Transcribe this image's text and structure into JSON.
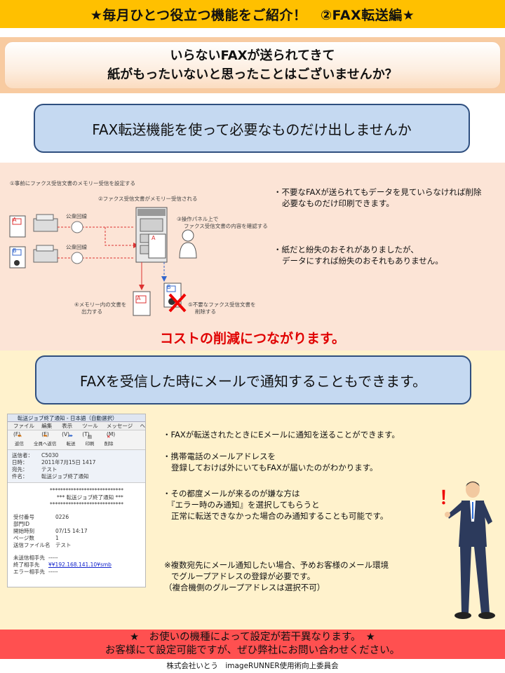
{
  "banner": {
    "title": "★毎月ひとつ役立つ機能をご紹介！　②FAX転送編★"
  },
  "question": {
    "line1": "いらないFAXが送られてきて",
    "line2": "紙がもったいないと思ったことはございませんか？"
  },
  "pill1": {
    "text": "FAX転送機能を使って必要なものだけ出しませんか"
  },
  "diagram": {
    "step1": "①事前にファクス受信文書のメモリー受信を設定する",
    "step2": "②ファクス受信文書がメモリー受信される",
    "step3a": "③操作パネル上で",
    "step3b": "ファクス受信文書の内容を確認する",
    "line_label1": "公衆回線",
    "line_label2": "公衆回線",
    "step4a": "④メモリー内の文書を",
    "step4b": "出力する",
    "step5a": "⑤不要なファクス受信文書を",
    "step5b": "削除する",
    "doc_a": "A",
    "doc_b": "B"
  },
  "notes1": [
    {
      "l1": "・不要なFAXが送られてもデータを見ていらなければ削除",
      "l2": "必要なものだけ印刷できます。"
    },
    {
      "l1": "・紙だと紛失のおそれがありましたが、",
      "l2": "データにすれば紛失のおそれもありません。"
    }
  ],
  "cost": {
    "text": "コストの削減につながります。"
  },
  "pill2": {
    "text": "FAXを受信した時にメールで通知することもできます。"
  },
  "mail": {
    "title": "転送ジョブ終了通知 - 日本語（自動選択）",
    "menu": [
      "ファイル(F)",
      "編集(E)",
      "表示(V)",
      "ツール(T)",
      "メッセージ(M)",
      "ヘ"
    ],
    "tools": [
      "返信",
      "全員へ返信",
      "転送",
      "印刷",
      "削除"
    ],
    "headers": [
      {
        "k": "送信者：",
        "v": "C5030"
      },
      {
        "k": "日時：",
        "v": "2011年7月15日 1417"
      },
      {
        "k": "宛先：",
        "v": "テスト"
      },
      {
        "k": "件名：",
        "v": "転送ジョブ終了通知"
      }
    ],
    "stars1": "****************************",
    "stars_title": "*** 転送ジョブ終了通知 ***",
    "stars2": "****************************",
    "fields": [
      {
        "k": "受付番号",
        "v": "0226"
      },
      {
        "k": "部門ID",
        "v": ""
      },
      {
        "k": "開始時刻",
        "v": "07/15 14:17"
      },
      {
        "k": "ページ数",
        "v": "1"
      },
      {
        "k": "送信ファイル名",
        "v": "テスト"
      }
    ],
    "fields2": [
      {
        "k": "未送信相手先",
        "v": "-----"
      },
      {
        "k": "終了相手先",
        "v": "¥¥192.168.141.10¥smb"
      },
      {
        "k": "エラー相手先",
        "v": "-----"
      }
    ]
  },
  "notes2": [
    {
      "l1": "・FAXが転送されたときにEメールに通知を送ることができます。"
    },
    {
      "l1": "・携帯電話のメールアドレスを",
      "l2": "登録しておけば外にいてもFAXが届いたのがわかります。"
    },
    {
      "l1": "・その都度メールが来るのが嫌な方は",
      "l2": "『エラー時のみ通知』を選択してもらうと",
      "l3": "正常に転送できなかった場合のみ通知することも可能です。"
    }
  ],
  "warning": {
    "l1": "※複数宛先にメール通知したい場合、予めお客様のメール環境",
    "l2": "でグループアドレスの登録が必要です。",
    "l3": "（複合機側のグループアドレスは選択不可）"
  },
  "exclaim": "！",
  "footer": {
    "line1": "★　お使いの機種によって設定が若干異なります。　★",
    "line2": "お客様にて設定可能ですが、ぜひ弊社にお問い合わせください。"
  },
  "company": "株式会社いとう　imageRUNNER使用術向上委員会",
  "colors": {
    "banner": "#ffc000",
    "pill": "#c5d9f1",
    "cost": "#e00000",
    "footer": "#ff5050"
  }
}
